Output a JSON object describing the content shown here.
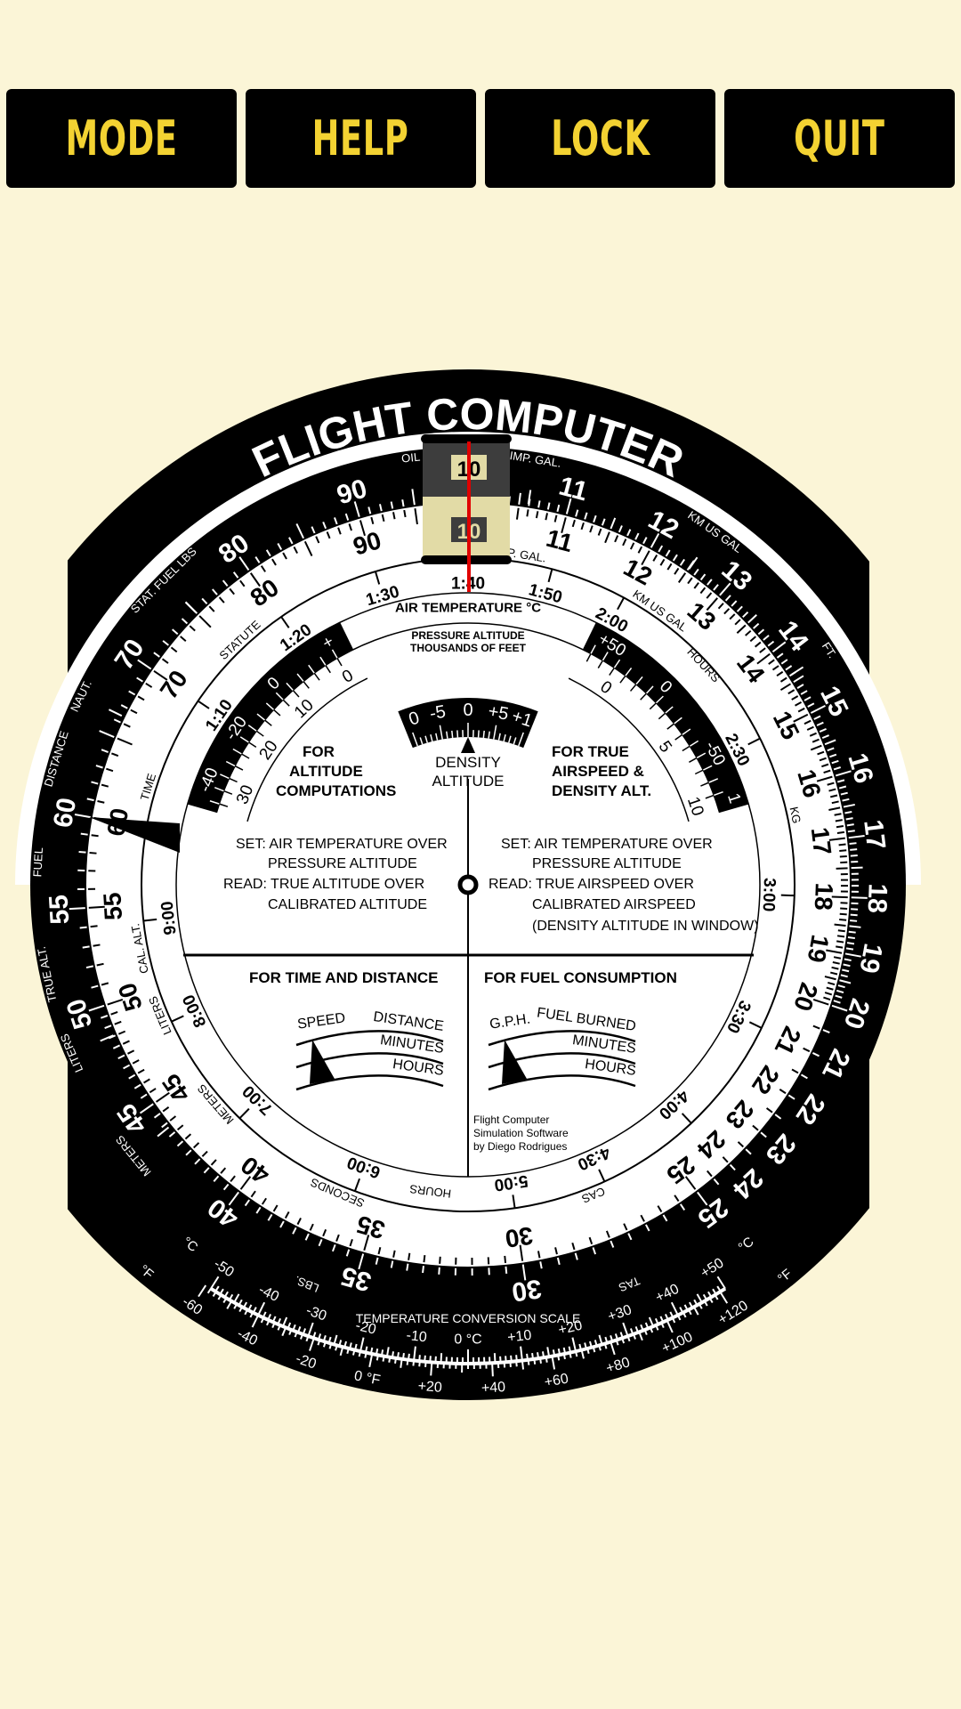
{
  "toolbar": {
    "mode": "MODE",
    "help": "HELP",
    "lock": "LOCK",
    "quit": "QUIT"
  },
  "colors": {
    "background": "#fbf5d7",
    "button": "#000000",
    "button_text": "#f3d232",
    "cursor": "#e00000",
    "window": "#e2dba6"
  },
  "computer": {
    "title": "FLIGHT COMPUTER",
    "outer_scale": [
      "11",
      "12",
      "13",
      "14",
      "15",
      "16",
      "17",
      "18",
      "19",
      "20",
      "21",
      "22",
      "23",
      "24",
      "25",
      "30",
      "35",
      "40",
      "45",
      "50",
      "55",
      "60",
      "70",
      "80",
      "90"
    ],
    "inner_scale": [
      "11",
      "12",
      "13",
      "14",
      "15",
      "16",
      "17",
      "18",
      "19",
      "20",
      "21",
      "22",
      "23",
      "24",
      "25",
      "30",
      "35",
      "40",
      "45",
      "50",
      "55",
      "60",
      "70",
      "80",
      "90"
    ],
    "time_scale": [
      "1:10",
      "1:20",
      "1:30",
      "1:40",
      "1:50",
      "2:00",
      "2:30",
      "3:00",
      "3:30",
      "4:00",
      "4:30",
      "5:00",
      "6:00",
      "7:00",
      "8:00",
      "9:00"
    ],
    "window": {
      "outer_value": "10",
      "inner_value": "10"
    },
    "outer_labels": {
      "oil_lbs": "OIL LBS",
      "imp_gal": "IMP. GAL.",
      "stat_fuel_lbs": "STAT. FUEL LBS",
      "km_us_gal": "KM  US GAL",
      "ft": "FT.",
      "naut": "NAUT.",
      "distance": "DISTANCE",
      "fuel": "FUEL",
      "true_alt": "TRUE ALT.",
      "liters": "LITERS",
      "meters": "METERS",
      "lbs": "LBS.",
      "tas": "TAS"
    },
    "inner_labels": {
      "imp_gal": "IMP. GAL.",
      "km_us_gal": "KM  US GAL",
      "statute": "STATUTE",
      "time": "TIME",
      "cal_alt": "CAL. ALT.",
      "liters": "LITERS",
      "meters": "METERS",
      "seconds": "SECONDS",
      "hours_bottom": "HOURS",
      "cas": "CAS",
      "hours_right": "HOURS",
      "kg": "KG"
    },
    "air_temp_label": "AIR TEMPERATURE °C",
    "pressure_alt_label_1": "PRESSURE ALTITUDE",
    "pressure_alt_label_2": "THOUSANDS OF FEET",
    "left_band_temp": [
      "+",
      "0",
      "-20",
      "-40"
    ],
    "left_band_alt": [
      "0",
      "10",
      "20",
      "30"
    ],
    "right_band_temp": [
      "+50",
      "0",
      "-50",
      "1"
    ],
    "right_band_alt": [
      "0",
      "5",
      "10"
    ],
    "density_window": [
      "0",
      "-5",
      "0",
      "+5",
      "+1"
    ],
    "density_label_1": "DENSITY",
    "density_label_2": "ALTITUDE",
    "left_heading": [
      "FOR",
      "ALTITUDE",
      "COMPUTATIONS"
    ],
    "right_heading": [
      "FOR TRUE",
      "AIRSPEED &",
      "DENSITY ALT."
    ],
    "left_instructions": [
      "SET: AIR TEMPERATURE OVER",
      "PRESSURE ALTITUDE",
      "READ: TRUE ALTITUDE OVER",
      "CALIBRATED ALTITUDE"
    ],
    "right_instructions": [
      "SET: AIR TEMPERATURE OVER",
      "PRESSURE ALTITUDE",
      "READ: TRUE AIRSPEED OVER",
      "CALIBRATED AIRSPEED",
      "(DENSITY ALTITUDE IN WINDOW)"
    ],
    "time_distance": {
      "heading": "FOR TIME AND DISTANCE",
      "speed": "SPEED",
      "distance": "DISTANCE",
      "minutes": "MINUTES",
      "hours": "HOURS"
    },
    "fuel": {
      "heading": "FOR FUEL CONSUMPTION",
      "gph": "G.P.H.",
      "burned": "FUEL BURNED",
      "minutes": "MINUTES",
      "hours": "HOURS"
    },
    "credits": [
      "Flight Computer",
      "Simulation Software",
      "by Diego Rodrigues"
    ],
    "temperature_scale": {
      "title": "TEMPERATURE CONVERSION SCALE",
      "c_unit": "°C",
      "f_unit": "°F",
      "celsius": [
        "-50",
        "-40",
        "-30",
        "-20",
        "-10",
        "0 °C",
        "+10",
        "+20",
        "+30",
        "+40",
        "+50"
      ],
      "fahrenheit": [
        "-60",
        "-40",
        "-20",
        "0 °F",
        "+20",
        "+40",
        "+60",
        "+80",
        "+100",
        "+120"
      ]
    }
  }
}
